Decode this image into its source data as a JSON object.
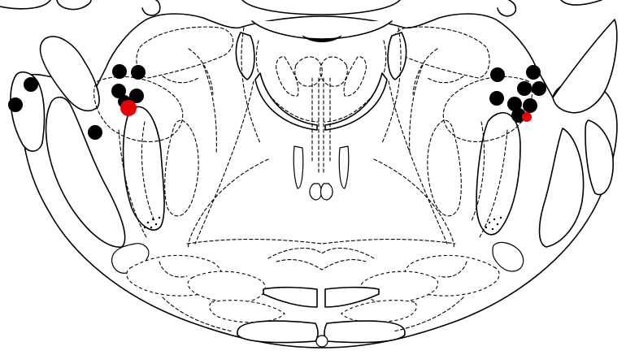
{
  "figure": {
    "kind": "brainstem coronal section schematic with injection site markers",
    "marker_colors": {
      "black": "#000000",
      "red": "#e8000b"
    },
    "markers": [
      {
        "side": "left",
        "color": "black"
      },
      {
        "side": "left",
        "color": "black"
      },
      {
        "side": "left",
        "color": "black"
      },
      {
        "side": "left",
        "color": "black"
      },
      {
        "side": "left",
        "color": "black"
      },
      {
        "side": "left",
        "color": "black"
      },
      {
        "side": "left",
        "color": "black"
      },
      {
        "side": "left",
        "color": "black"
      },
      {
        "side": "left",
        "color": "red"
      },
      {
        "side": "right",
        "color": "black"
      },
      {
        "side": "right",
        "color": "black"
      },
      {
        "side": "right",
        "color": "black"
      },
      {
        "side": "right",
        "color": "black"
      },
      {
        "side": "right",
        "color": "black"
      },
      {
        "side": "right",
        "color": "black"
      },
      {
        "side": "right",
        "color": "black"
      },
      {
        "side": "right",
        "color": "black"
      },
      {
        "side": "right",
        "color": "red"
      }
    ]
  }
}
